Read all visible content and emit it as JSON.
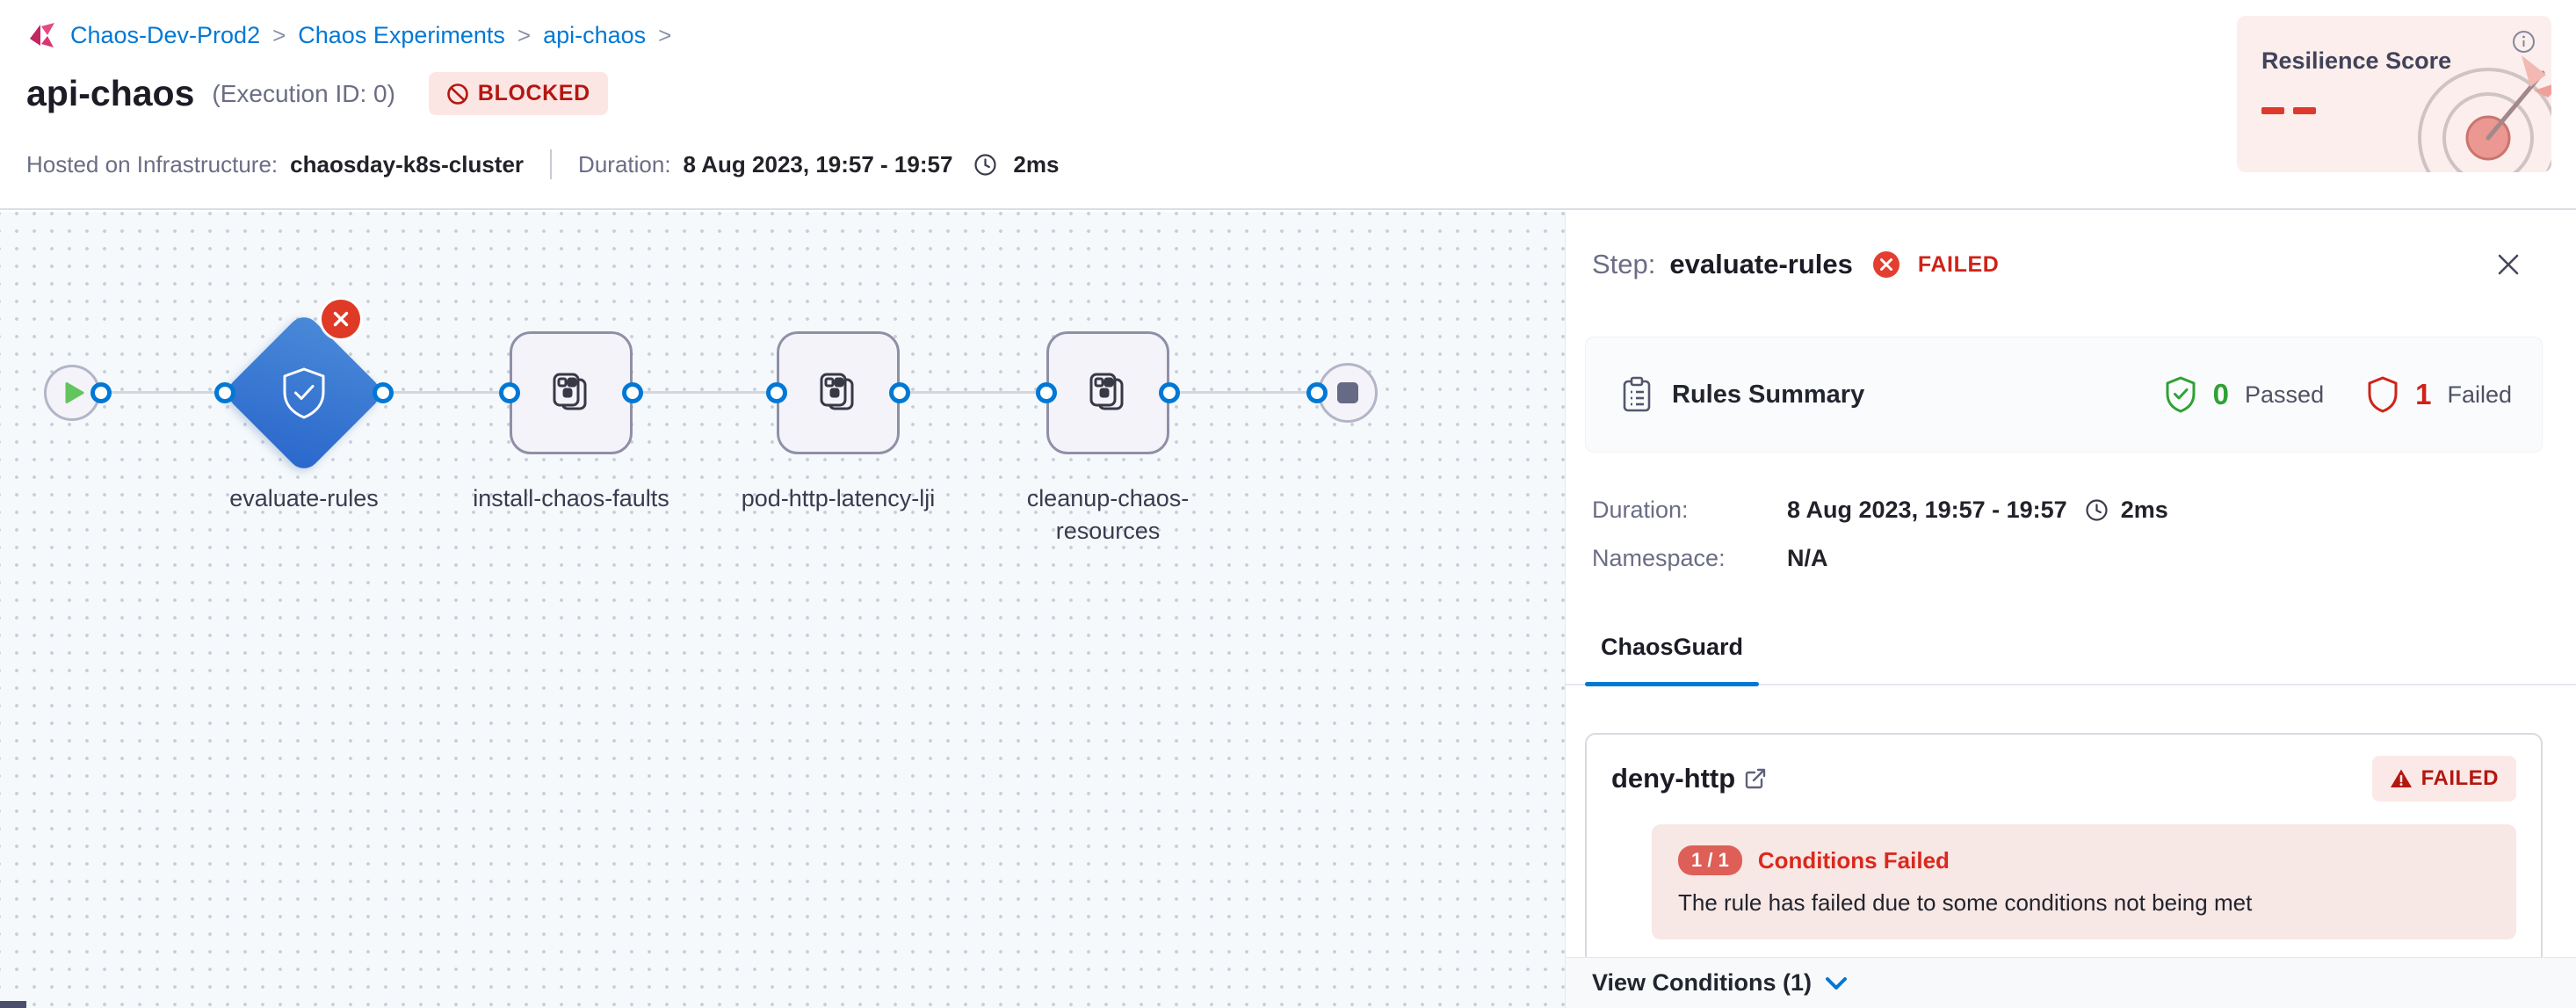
{
  "breadcrumb": {
    "items": [
      "Chaos-Dev-Prod2",
      "Chaos Experiments",
      "api-chaos"
    ],
    "separator": ">"
  },
  "header": {
    "title": "api-chaos",
    "execution_id": "(Execution ID: 0)",
    "status_badge": "BLOCKED",
    "infra_label": "Hosted on Infrastructure:",
    "infra_value": "chaosday-k8s-cluster",
    "duration_label": "Duration:",
    "duration_value": "8 Aug 2023, 19:57 - 19:57",
    "duration_elapsed": "2ms",
    "resilience": {
      "title": "Resilience Score",
      "value": "--"
    }
  },
  "pipeline": {
    "steps": [
      "evaluate-rules",
      "install-chaos-faults",
      "pod-http-latency-lji",
      "cleanup-chaos-resources"
    ],
    "failed_step": "evaluate-rules"
  },
  "panel": {
    "step_label": "Step:",
    "step_name": "evaluate-rules",
    "step_status": "FAILED",
    "rules_summary": {
      "title": "Rules Summary",
      "passed_count": "0",
      "passed_label": "Passed",
      "failed_count": "1",
      "failed_label": "Failed"
    },
    "duration_label": "Duration:",
    "duration_value": "8 Aug 2023, 19:57 - 19:57",
    "duration_elapsed": "2ms",
    "namespace_label": "Namespace:",
    "namespace_value": "N/A",
    "tab": "ChaosGuard",
    "rule_card": {
      "name": "deny-http",
      "status": "FAILED",
      "conditions_count": "1 / 1",
      "conditions_title": "Conditions Failed",
      "conditions_message": "The rule has failed due to some conditions not being met",
      "view_conditions_label": "View Conditions (1)"
    }
  },
  "colors": {
    "accent_blue": "#0278d5",
    "danger_red": "#cf2318",
    "danger_bg": "#fbe6e4",
    "success_green": "#2fa233",
    "diamond_blue": "#2a67cc",
    "canvas_bg": "#f5f9fc",
    "resilience_bg": "#fbeeec"
  }
}
